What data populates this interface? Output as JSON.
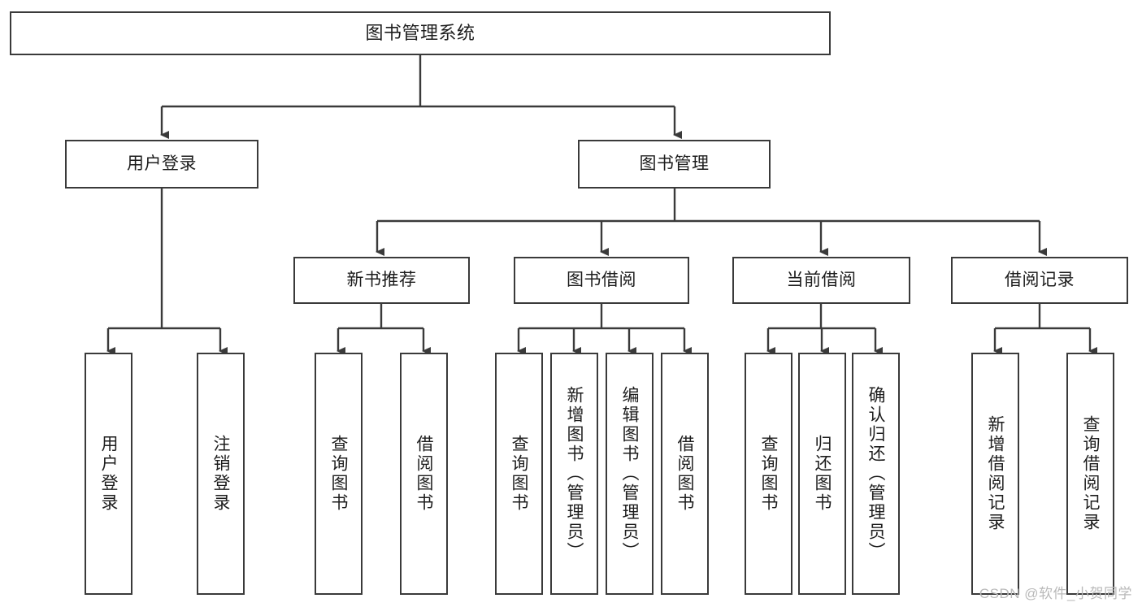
{
  "diagram": {
    "title": "图书管理系统",
    "type": "tree",
    "watermark": "CSDN @软件_小贺同学",
    "colors": {
      "box_border": "#3a3a3a",
      "box_fill": "#ffffff",
      "line": "#3a3a3a",
      "text": "#1d1d1d",
      "watermark": "#b9b9b9",
      "background": "#ffffff"
    },
    "nodes": {
      "root": {
        "label": "图书管理系统"
      },
      "level2": [
        {
          "label": "用户登录"
        },
        {
          "label": "图书管理"
        }
      ],
      "level3": [
        {
          "label": "新书推荐"
        },
        {
          "label": "图书借阅"
        },
        {
          "label": "当前借阅"
        },
        {
          "label": "借阅记录"
        }
      ],
      "leaves": {
        "user_login": [
          {
            "label": "用户登录"
          },
          {
            "label": "注销登录"
          }
        ],
        "new_book_recommend": [
          {
            "label": "查询图书"
          },
          {
            "label": "借阅图书"
          }
        ],
        "book_borrow": [
          {
            "label": "查询图书"
          },
          {
            "label": "新增图书（管理员）"
          },
          {
            "label": "编辑图书（管理员）"
          },
          {
            "label": "借阅图书"
          }
        ],
        "current_borrow": [
          {
            "label": "查询图书"
          },
          {
            "label": "归还图书"
          },
          {
            "label": "确认归还（管理员）"
          }
        ],
        "borrow_record": [
          {
            "label": "新增借阅记录"
          },
          {
            "label": "查询借阅记录"
          }
        ]
      }
    }
  }
}
